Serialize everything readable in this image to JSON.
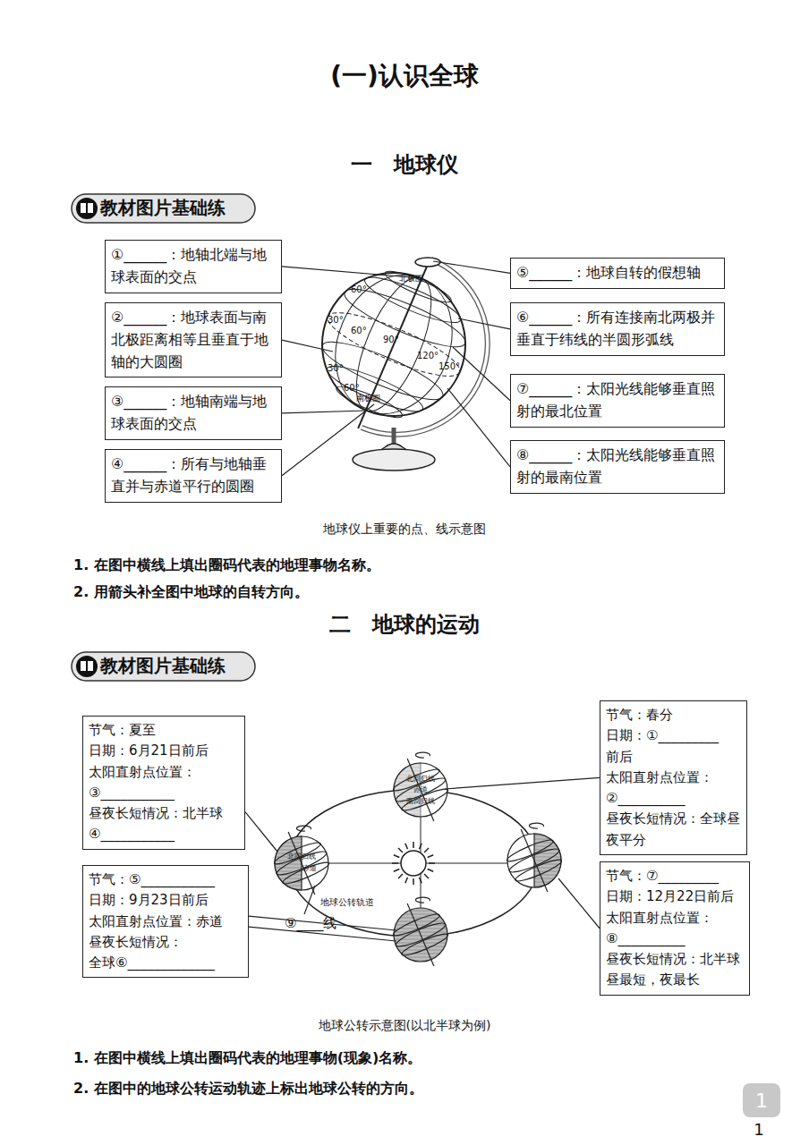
{
  "diagram": {
    "title": "(一)认识全球",
    "nodes": [
      {
        "text": [
          "①______：地轴北端与地球表面的交点"
        ]
      },
      {
        "text": [
          "②______：地球表面与南北极距离相等且垂直于地轴的大圆圈"
        ]
      },
      {
        "text": [
          "③______：地轴南端与地球表面的交点"
        ]
      },
      {
        "text": [
          "④______：所有与地轴垂直并与赤道平行的圆圈"
        ]
      },
      {
        "text": [
          "⑤______：地球自转的假想轴"
        ]
      },
      {
        "text": [
          "⑥______：所有连接南北两极并垂直于纬线的半圆形弧线"
        ]
      },
      {
        "text": [
          "⑦______：太阳光线能够垂直照射的最北位置"
        ]
      },
      {
        "text": [
          "⑧______：太阳光线能够垂直照射的最南位置"
        ]
      },
      {
        "text": [
          "节气：夏至",
          "日期：6月21日前后",
          "太阳直射点位置：",
          "③___________",
          "昼夜长短情况：北半球",
          "④___________"
        ]
      },
      {
        "text": [
          "节气：春分",
          "日期：①_________",
          "前后",
          "太阳直射点位置：",
          "②__________",
          "昼夜长短情况：全球昼夜平分"
        ]
      },
      {
        "text": [
          "节气：⑤___________",
          "日期：9月23日前后",
          "太阳直射点位置：赤道",
          "昼夜长短情况：",
          "全球⑥_____________"
        ]
      },
      {
        "text": [
          "节气：⑦_________",
          "日期：12月22日前后",
          "太阳直射点位置：",
          "⑧__________",
          "昼夜长短情况：北半球昼最短，夜最长"
        ]
      }
    ],
    "labels": [
      "一　地球仪",
      "教材图片基础练",
      "地球仪上重要的点、线示意图",
      "1. 在图中横线上填出圈码代表的地理事物名称。",
      "2. 用箭头补全图中地球的自转方向。",
      "二　地球的运动",
      "教材图片基础练",
      "地球公转示意图(以北半球为例)",
      "1. 在图中横线上填出圈码代表的地理事物(现象)名称。",
      "2. 在图中的地球公转运动轨迹上标出地球公转的方向。",
      "⑨____线",
      "1",
      "1",
      "60°",
      "北极圈",
      "30°",
      "60°",
      "90°",
      "120°",
      "150°",
      "30°",
      "60°",
      "南极圈",
      "北回归线",
      "赤道",
      "北回归线",
      "赤道",
      "南回归线",
      "地球公转轨道"
    ]
  }
}
